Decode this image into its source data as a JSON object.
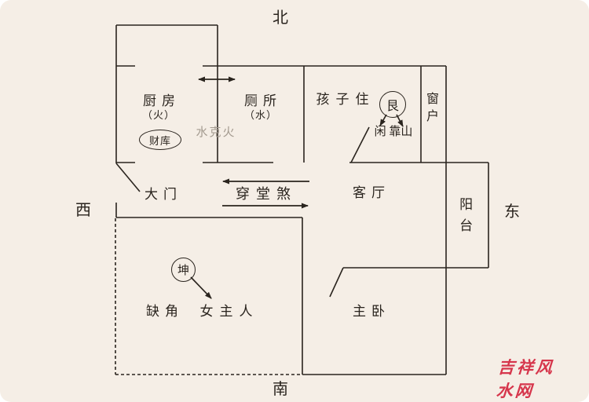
{
  "compass": {
    "north": "北",
    "east": "东",
    "south": "南",
    "west": "西"
  },
  "rooms": {
    "kitchen": "厨房",
    "kitchen_element": "（火）",
    "toilet": "厕所",
    "toilet_element": "（水）",
    "children": "孩子住",
    "window": "窗户",
    "living": "客厅",
    "balcony": "阳台",
    "master": "主卧",
    "main_door": "大门"
  },
  "badges": {
    "treasury": "财库",
    "gen_trigram": "艮",
    "kun_trigram": "坤"
  },
  "notes": {
    "water_beats_fire": "水克火",
    "through_hall_sha": "穿堂煞",
    "gen_pair": "闲 靠山",
    "missing_corner": "缺角",
    "hostess": "女主人"
  },
  "watermark": "吉祥风水网",
  "colors": {
    "background": "#f5eee6",
    "line": "#2a241e",
    "muted_text": "#a39a8f",
    "watermark_red": "#d6364c"
  }
}
